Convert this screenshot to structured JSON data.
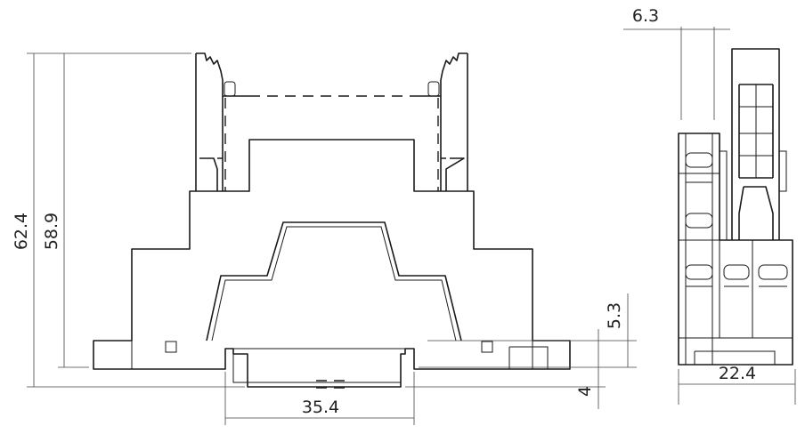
{
  "dimensions": {
    "total_height": "62.4",
    "body_height": "58.9",
    "rail_width": "35.4",
    "base_height": "5.3",
    "rail_depth": "4",
    "side_width": "22.4",
    "pitch": "6.3"
  }
}
